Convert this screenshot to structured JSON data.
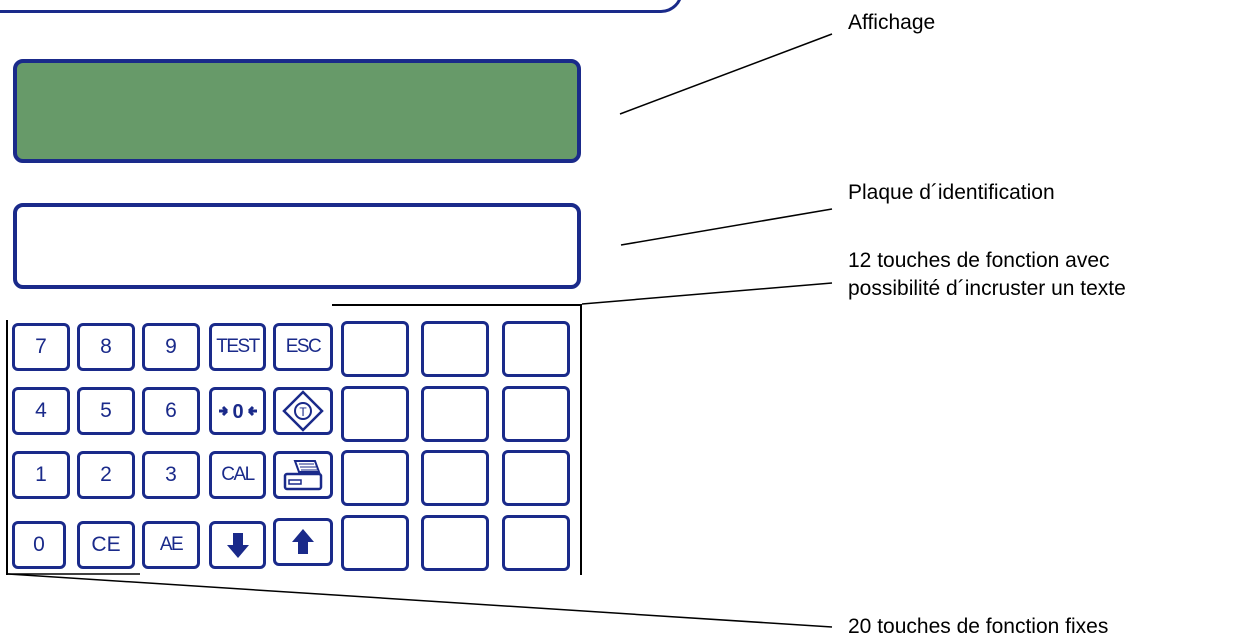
{
  "callouts": {
    "display": "Affichage",
    "plate": "Plaque d´identification",
    "free_keys_line1": "12 touches de fonction avec",
    "free_keys_line2": "possibilité d´incruster un texte",
    "fixed_keys": "20 touches de fonction fixes"
  },
  "keys": {
    "k7": "7",
    "k8": "8",
    "k9": "9",
    "test": "TEST",
    "esc": "ESC",
    "k4": "4",
    "k5": "5",
    "k6": "6",
    "k1": "1",
    "k2": "2",
    "k3": "3",
    "cal": "CAL",
    "k0": "0",
    "ce": "CE",
    "ae": "AE"
  },
  "icons": {
    "zero": "zero-set-icon",
    "tare": "tare-icon",
    "print": "printer-icon",
    "down": "arrow-down-icon",
    "up": "arrow-up-icon"
  },
  "colors": {
    "frame": "#1a2a8a",
    "display": "#679a69"
  }
}
